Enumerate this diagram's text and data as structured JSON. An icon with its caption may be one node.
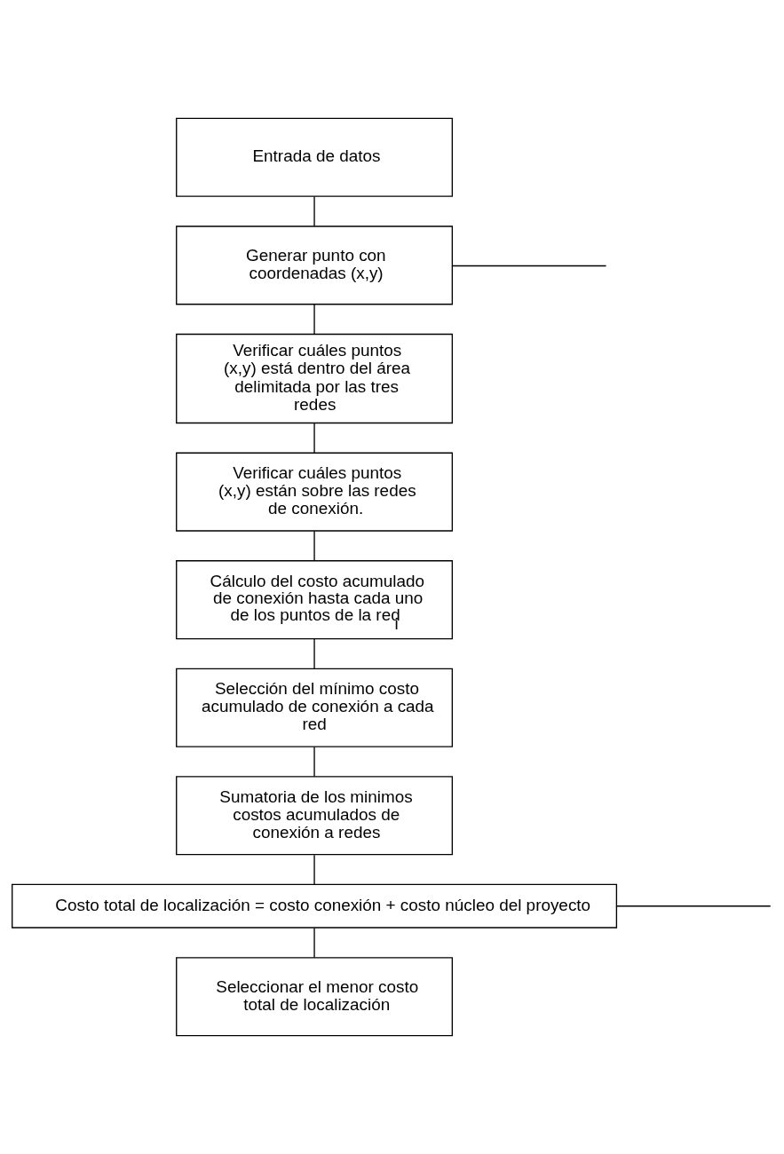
{
  "diagram": {
    "nodes": [
      {
        "text": [
          "Entrada de datos"
        ]
      },
      {
        "text": [
          "Generar punto con coordenadas (x,y)"
        ]
      },
      {
        "text": [
          "Verificar cuáles puntos (x,y) está dentro del área delimitada por las tres redes"
        ]
      },
      {
        "text": [
          "Verificar cuáles puntos (x,y) están sobre las redes de conexión."
        ]
      },
      {
        "text": [
          "Cálculo del costo acumulado de conexión hasta cada uno de los puntos de la red$_{i}$"
        ]
      },
      {
        "text": [
          "Selección del mínimo costo acumulado de conexión a cada red"
        ]
      },
      {
        "text": [
          "Sumatoria de los minimos costos acumulados de conexión a redes"
        ]
      },
      {
        "text": [
          "Costo total de localización = costo conexión + costo núcleo del proyecto"
        ]
      },
      {
        "text": [
          "Seleccionar el menor costo total de localización"
        ]
      }
    ],
    "edges": [
      {
        "from": 0,
        "to": 1,
        "arrow": "none"
      },
      {
        "from": 1,
        "to": 2,
        "arrow": "none"
      },
      {
        "from": 2,
        "to": 3,
        "arrow": "none"
      },
      {
        "from": 3,
        "to": 4,
        "arrow": "none"
      },
      {
        "from": 4,
        "to": 5,
        "arrow": "none"
      },
      {
        "from": 5,
        "to": 6,
        "arrow": "none"
      },
      {
        "from": 6,
        "to": 7,
        "arrow": "none"
      },
      {
        "from": 7,
        "to": 8,
        "arrow": "none"
      },
      {
        "from": 1,
        "to": null,
        "arrow": "none"
      },
      {
        "from": 7,
        "to": null,
        "arrow": "none"
      }
    ]
  }
}
